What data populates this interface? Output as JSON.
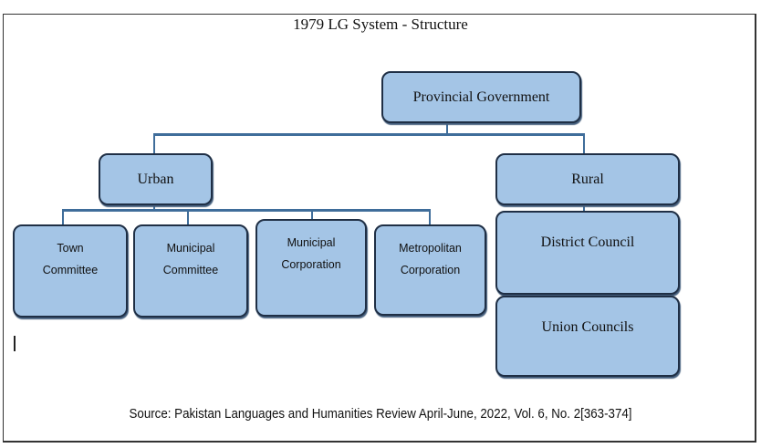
{
  "title": "1979 LG System - Structure",
  "nodes": {
    "provincial": "Provincial Government",
    "urban": "Urban",
    "rural": "Rural",
    "town_committee": [
      "Town",
      "Committee"
    ],
    "municipal_committee": [
      "Municipal",
      "Committee"
    ],
    "municipal_corporation": [
      "Municipal",
      "Corporation"
    ],
    "metropolitan_corporation": [
      "Metropolitan",
      "Corporation"
    ],
    "district_council": "District Council",
    "union_councils": "Union Councils"
  },
  "source": "Source: Pakistan Languages and Humanities Review April-June, 2022, Vol. 6, No. 2[363-374]",
  "colors": {
    "box_fill": "#a4c5e6",
    "box_border": "#1f2f45",
    "connector": "#3f6d9a"
  }
}
